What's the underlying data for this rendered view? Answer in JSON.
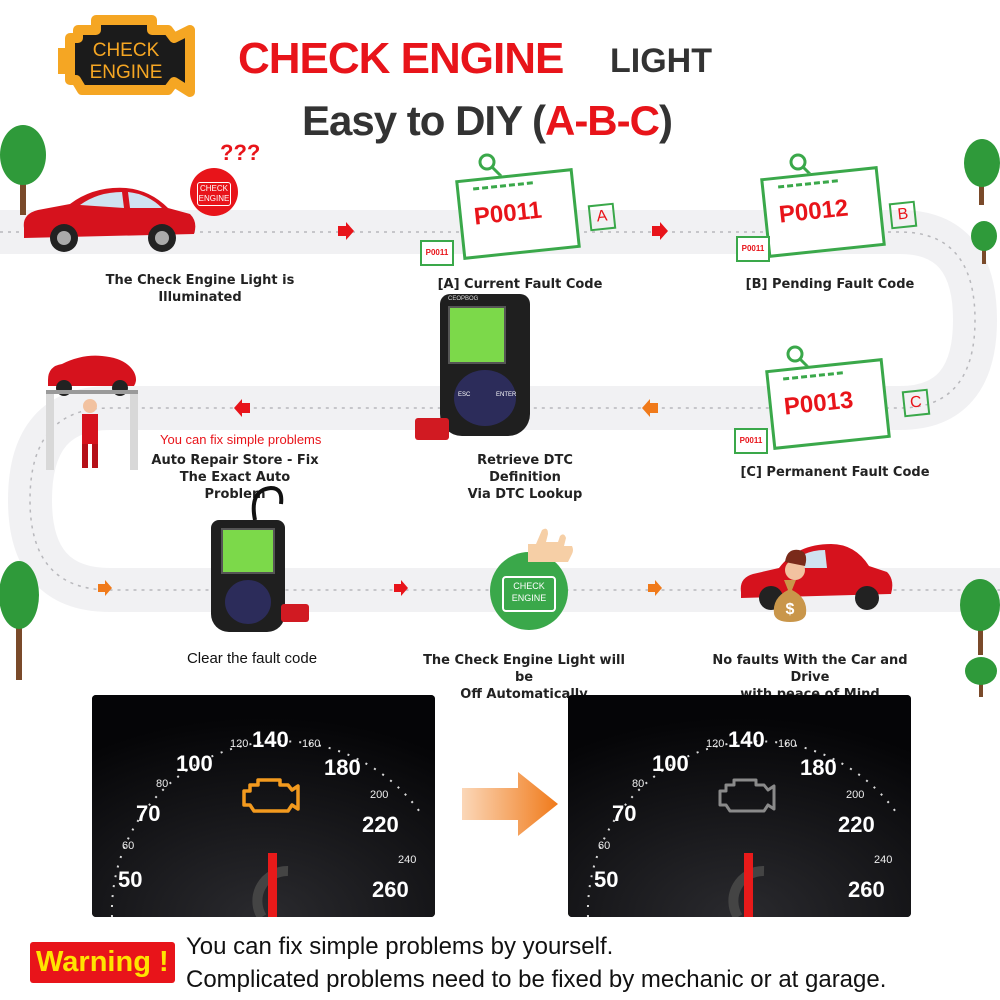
{
  "header": {
    "badge_line1": "CHECK",
    "badge_line2": "ENGINE",
    "title_red": "CHECK ENGINE",
    "title_dark": "LIGHT",
    "subtitle_main": "Easy to DIY (",
    "subtitle_red": "A-B-C",
    "subtitle_end": ")"
  },
  "steps": {
    "car_lit": "The Check Engine Light is Illuminated",
    "current_code": "P0011",
    "current_letter": "A",
    "current_caption": "[A] Current Fault Code",
    "pending_code": "P0012",
    "pending_letter": "B",
    "pending_caption": "[B] Pending Fault Code",
    "permanent_code": "P0013",
    "permanent_letter": "C",
    "permanent_caption": "[C]  Permanent Fault Code",
    "small_code_a": "P0011",
    "small_code_b": "P0011",
    "small_code_c": "P0011",
    "retrieve_line1": "Retrieve DTC Definition",
    "retrieve_line2": "Via DTC Lookup",
    "scanner_brand": "CEOPBOG",
    "scanner_esc": "ESC",
    "scanner_enter": "ENTER",
    "fix_note": "You can fix simple problems",
    "repair_line1": "Auto Repair Store - Fix",
    "repair_line2": "The Exact Auto Problem",
    "clear_caption": "Clear the fault code",
    "off_line1": "The Check Engine Light will be",
    "off_line2": "Off Automatically",
    "off_icon_line1": "CHECK",
    "off_icon_line2": "ENGINE",
    "nofault_line1": "No faults With the Car and Drive",
    "nofault_line2": "with peace of Mind",
    "qmarks": "???",
    "car_icon_line1": "CHECK",
    "car_icon_line2": "ENGINE"
  },
  "gauge": {
    "n50": "50",
    "n60": "60",
    "n70": "70",
    "n80": "80",
    "n100": "100",
    "n120": "120",
    "n140": "140",
    "n160": "160",
    "n180": "180",
    "n200": "200",
    "n220": "220",
    "n240": "240",
    "n260": "260"
  },
  "warning": {
    "label": "Warning !",
    "line1": "You can fix simple problems by yourself.",
    "line2": "Complicated problems need to be fixed by mechanic or at garage."
  },
  "colors": {
    "red": "#e8141a",
    "orange_arrow": "#f07a1a",
    "engine_lit": "#f39a1e",
    "engine_off": "#8a8a8a",
    "green_card": "#3aa84a"
  },
  "icons": [
    "check-engine-badge-icon",
    "tree-icon",
    "car-icon",
    "scanner-icon",
    "magnifier-icon",
    "thumbs-up-icon",
    "money-bag-icon",
    "arrow-icon",
    "mechanic-lift-icon"
  ]
}
